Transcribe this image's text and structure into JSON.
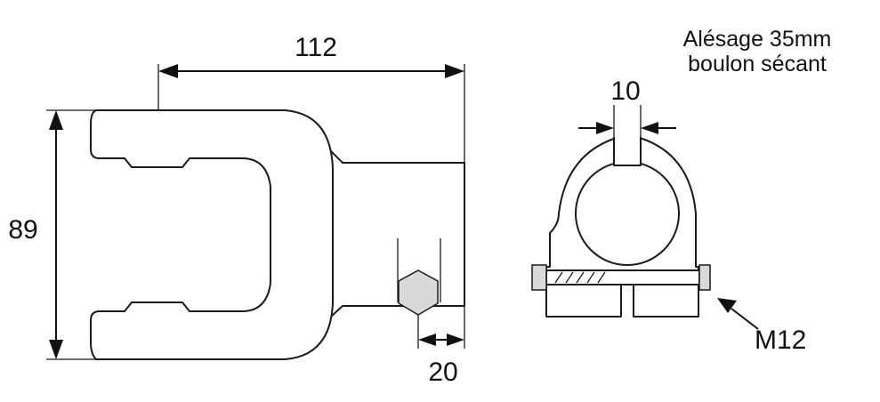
{
  "dimensions": {
    "length": "112",
    "height": "89",
    "bolt_offset": "20",
    "slot_width": "10",
    "bolt_size": "M12"
  },
  "note": {
    "line1": "Alésage 35mm",
    "line2": "boulon sécant"
  }
}
